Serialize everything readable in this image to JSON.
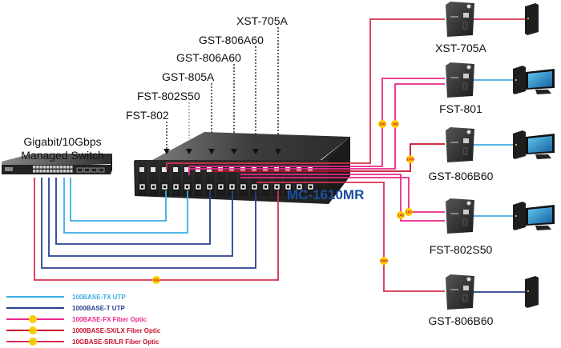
{
  "diagram": {
    "switch_label_line1": "Gigabit/10Gbps",
    "switch_label_line2": "Managed Switch",
    "chassis_label": "MC-1610MR",
    "slot_labels": [
      {
        "id": "fst-802",
        "text": "FST-802"
      },
      {
        "id": "fst-802s50",
        "text": "FST-802S50"
      },
      {
        "id": "gst-805a",
        "text": "GST-805A"
      },
      {
        "id": "gst-806a60-a",
        "text": "GST-806A60"
      },
      {
        "id": "gst-806a60-b",
        "text": "GST-806A60"
      },
      {
        "id": "xst-705a",
        "text": "XST-705A"
      }
    ],
    "remote_devices": [
      {
        "id": "xst-705a",
        "text": "XST-705A",
        "endpoint": "server"
      },
      {
        "id": "fst-801",
        "text": "FST-801",
        "endpoint": "desktop"
      },
      {
        "id": "gst-806b60-a",
        "text": "GST-806B60",
        "endpoint": "desktop"
      },
      {
        "id": "fst-802s50",
        "text": "FST-802S50",
        "endpoint": "desktop"
      },
      {
        "id": "gst-806b60-b",
        "text": "GST-806B60",
        "endpoint": "server"
      }
    ],
    "badges": {
      "fx": "100",
      "sx": "1000",
      "sr": "10G"
    }
  },
  "legend": [
    {
      "label": "100BASE-TX UTP",
      "color": "#3aaee0",
      "badge": false
    },
    {
      "label": "1000BASE-T UTP",
      "color": "#2a3f8f",
      "badge": false
    },
    {
      "label": "100BASE-FX Fiber Optic",
      "color": "#e8288c",
      "badge": true
    },
    {
      "label": "1000BASE-SX/LX Fiber Optic",
      "color": "#c8102e",
      "badge": true
    },
    {
      "label": "10GBASE-SR/LR Fiber Optic",
      "color": "#d83050",
      "badge": true
    }
  ],
  "colors": {
    "tx_utp": "#3aaee0",
    "t_utp": "#2a3f8f",
    "fx_fiber": "#e8288c",
    "sx_fiber": "#c8102e",
    "sr_fiber": "#d83050",
    "badge": "#ffcc00",
    "title": "#1a4fa0"
  }
}
